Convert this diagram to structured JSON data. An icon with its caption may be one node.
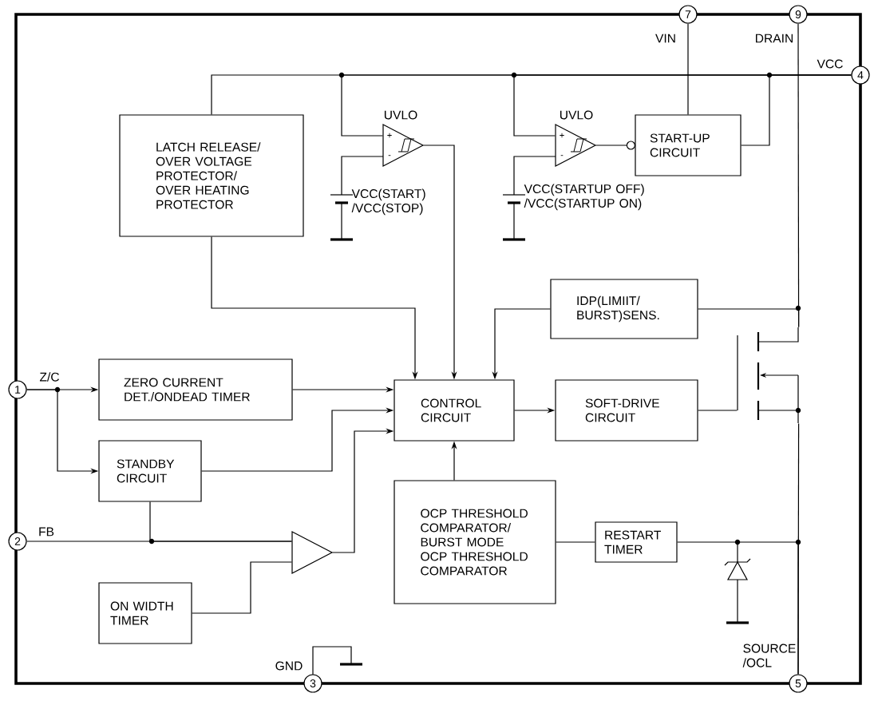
{
  "diagram": {
    "nodes": [
      {
        "text": [
          "1"
        ],
        "beside": [
          "Z/C"
        ]
      },
      {
        "text": [
          "2"
        ],
        "beside": [
          "FB"
        ]
      },
      {
        "text": [
          "3"
        ],
        "beside": [
          "GND"
        ]
      },
      {
        "text": [
          "4"
        ],
        "beside": [
          "VCC"
        ]
      },
      {
        "text": [
          "5"
        ],
        "beside": [
          "SOURCE /OCL"
        ]
      },
      {
        "text": [
          "7"
        ],
        "beside": [
          "VIN"
        ]
      },
      {
        "text": [
          "9"
        ],
        "beside": [
          "DRAIN"
        ]
      },
      {
        "text": [
          "LATCH RELEASE/ OVER VOLTAGE PROTECTOR/ OVER HEATING PROTECTOR"
        ]
      },
      {
        "text": [],
        "shape": "triangle",
        "beside": [
          "UVLO"
        ]
      },
      {
        "text": [],
        "shape": "triangle",
        "beside": [
          "UVLO"
        ]
      },
      {
        "text": [
          "START-UP CIRCUIT"
        ]
      },
      {
        "text": [
          "IDP(LIMIIT/ BURST)SENS."
        ]
      },
      {
        "text": [
          "ZERO CURRENT DET./ONDEAD TIMER"
        ]
      },
      {
        "text": [
          "CONTROL CIRCUIT"
        ]
      },
      {
        "text": [
          "SOFT-DRIVE CIRCUIT"
        ]
      },
      {
        "text": [
          "STANDBY CIRCUIT"
        ]
      },
      {
        "text": [
          "OCP THRESHOLD COMPARATOR/ BURST MODE OCP THRESHOLD COMPARATOR"
        ]
      },
      {
        "text": [
          "RESTART TIMER"
        ]
      },
      {
        "text": [],
        "shape": "triangle"
      },
      {
        "text": [
          "ON WIDTH TIMER"
        ]
      },
      {
        "text": [],
        "shape": "transistor"
      }
    ],
    "edges": [
      {
        "from": 3,
        "to": 7,
        "arrow": "none"
      },
      {
        "from": 3,
        "to": 8,
        "arrow": "none"
      },
      {
        "from": 3,
        "to": 9,
        "arrow": "none"
      },
      {
        "from": 3,
        "to": 10,
        "arrow": "none"
      },
      {
        "from": 5,
        "to": 10,
        "arrow": "none"
      },
      {
        "from": 9,
        "to": 10,
        "arrow": "none"
      },
      {
        "from": 6,
        "to": 20,
        "arrow": "none"
      },
      {
        "from": 11,
        "to": 20,
        "arrow": "none"
      },
      {
        "from": 11,
        "to": 13,
        "arrow": "to"
      },
      {
        "from": 8,
        "to": 13,
        "arrow": "to"
      },
      {
        "from": 7,
        "to": 13,
        "arrow": "to"
      },
      {
        "from": 0,
        "to": 12,
        "arrow": "to"
      },
      {
        "from": 0,
        "to": 15,
        "arrow": "to"
      },
      {
        "from": 12,
        "to": 13,
        "arrow": "to"
      },
      {
        "from": 15,
        "to": 13,
        "arrow": "to"
      },
      {
        "from": 18,
        "to": 13,
        "arrow": "to"
      },
      {
        "from": 1,
        "to": 18,
        "arrow": "none"
      },
      {
        "from": 15,
        "to": 18,
        "arrow": "none"
      },
      {
        "from": 19,
        "to": 18,
        "arrow": "none"
      },
      {
        "from": 13,
        "to": 14,
        "arrow": "to"
      },
      {
        "from": 14,
        "to": 20,
        "arrow": "none"
      },
      {
        "from": 16,
        "to": 13,
        "arrow": "to"
      },
      {
        "from": 16,
        "to": 17,
        "arrow": "none"
      },
      {
        "from": 17,
        "to": 4,
        "arrow": "none"
      },
      {
        "from": 20,
        "to": 4,
        "arrow": "none"
      }
    ],
    "labels": [
      "+",
      "-",
      "+",
      "-",
      "VCC(START) /VCC(STOP)",
      "VCC(STARTUP OFF) /VCC(STARTUP ON)"
    ]
  }
}
